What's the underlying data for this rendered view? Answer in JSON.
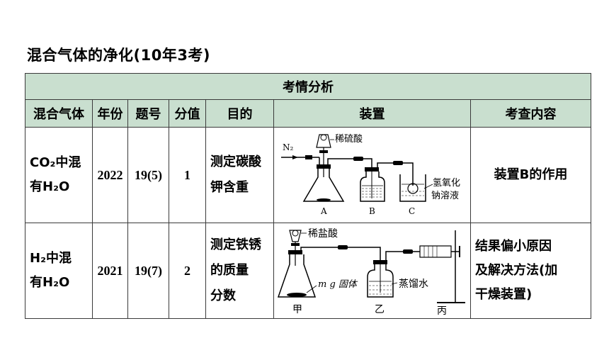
{
  "title": "混合气体的净化(10年3考)",
  "table": {
    "band": "考情分析",
    "headers": [
      "混合气体",
      "年份",
      "题号",
      "分值",
      "目的",
      "装置",
      "考查内容"
    ],
    "rows": [
      {
        "gas_line1": "CO₂中混",
        "gas_line2": "有H₂O",
        "year": "2022",
        "question": "19(5)",
        "score": "1",
        "purpose_line1": "测定碳酸",
        "purpose_line2": "钾含重",
        "exam": "装置B的作用",
        "device": {
          "labels": {
            "gas_in": "N₂",
            "acid": "稀硫酸",
            "solution_line1": "氢氧化",
            "solution_line2": "钠溶液",
            "a": "A",
            "b": "B",
            "c": "C"
          }
        }
      },
      {
        "gas_line1": "H₂中混",
        "gas_line2": "有H₂O",
        "year": "2021",
        "question": "19(7)",
        "score": "2",
        "purpose_line1": "测定铁锈",
        "purpose_line2": "的质量",
        "purpose_line3": "分数",
        "exam_line1": "结果偏小原因",
        "exam_line2": "及解决方法(加",
        "exam_line3": "干燥装置)",
        "device": {
          "labels": {
            "acid": "稀盐酸",
            "solid": "m g 固体",
            "water": "蒸馏水",
            "jia": "甲",
            "yi": "乙",
            "bing": "丙"
          }
        }
      }
    ]
  }
}
